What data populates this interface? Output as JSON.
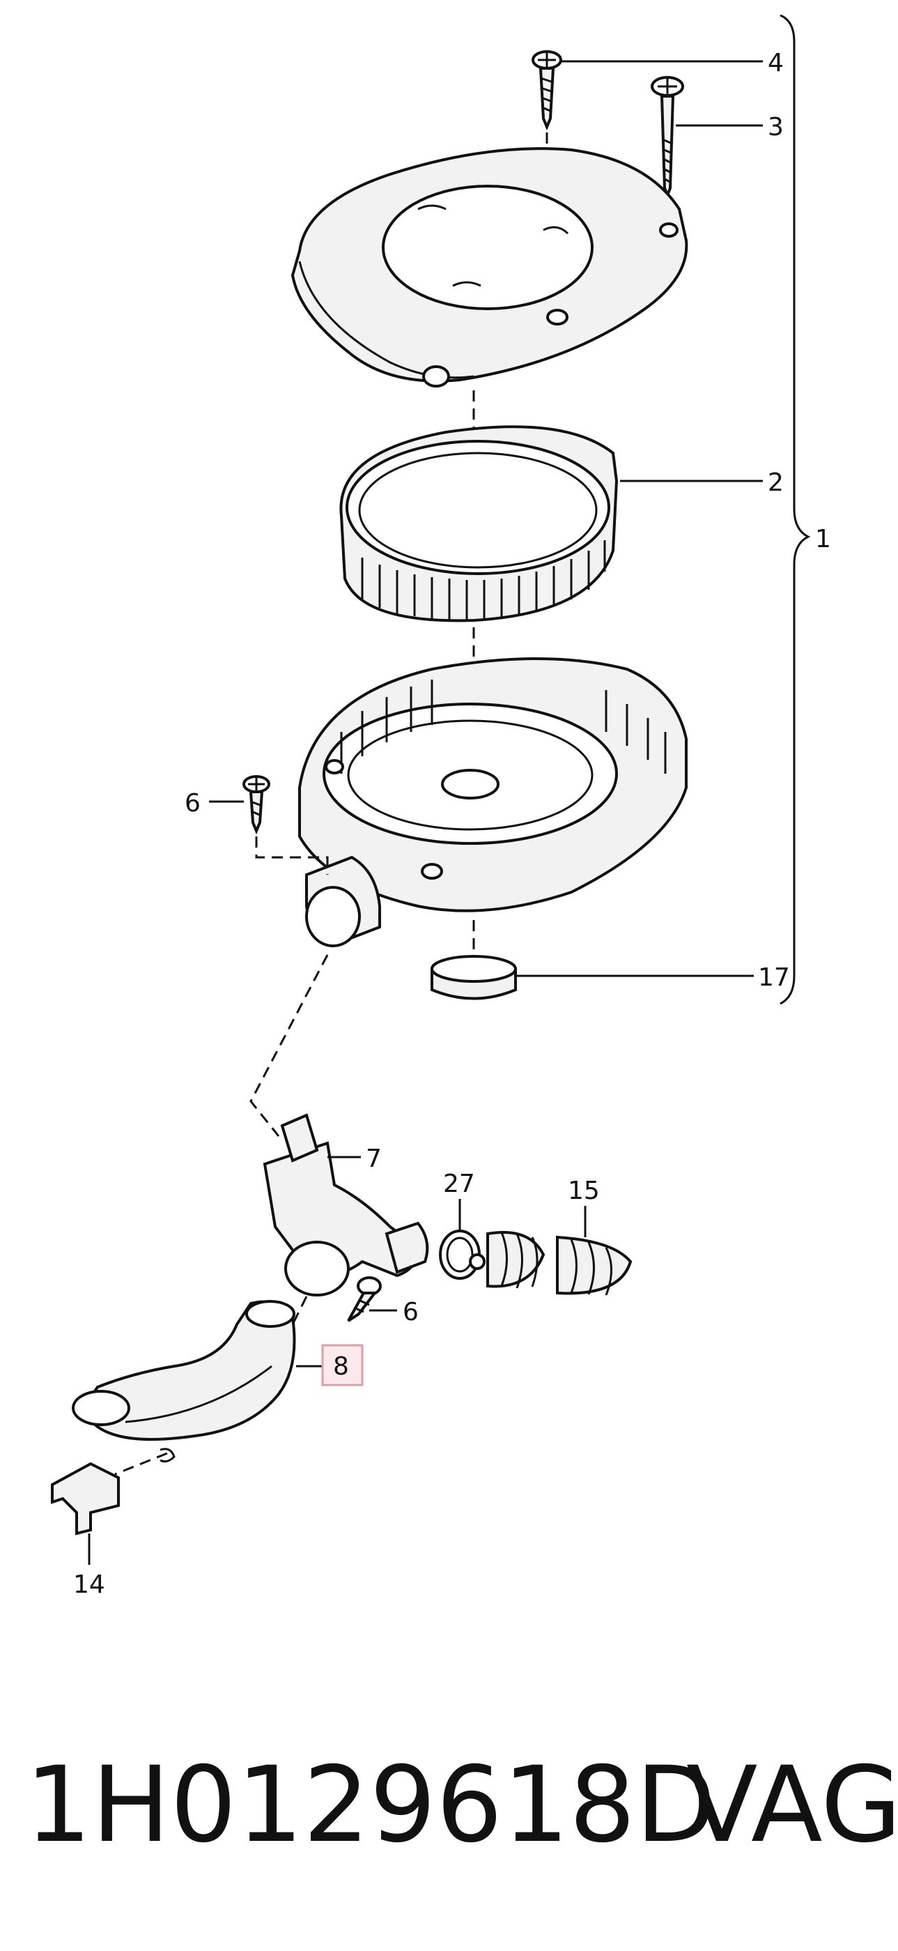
{
  "callouts": [
    {
      "id": "4",
      "text": "4"
    },
    {
      "id": "3",
      "text": "3"
    },
    {
      "id": "2",
      "text": "2"
    },
    {
      "id": "1",
      "text": "1"
    },
    {
      "id": "6a",
      "text": "6"
    },
    {
      "id": "17",
      "text": "17"
    },
    {
      "id": "7",
      "text": "7"
    },
    {
      "id": "27",
      "text": "27"
    },
    {
      "id": "15",
      "text": "15"
    },
    {
      "id": "6b",
      "text": "6"
    },
    {
      "id": "8",
      "text": "8"
    },
    {
      "id": "14",
      "text": "14"
    }
  ],
  "highlight_color": "#d9a0a8",
  "caption": {
    "part_number": "1H0129618D",
    "brand": "VAG"
  }
}
